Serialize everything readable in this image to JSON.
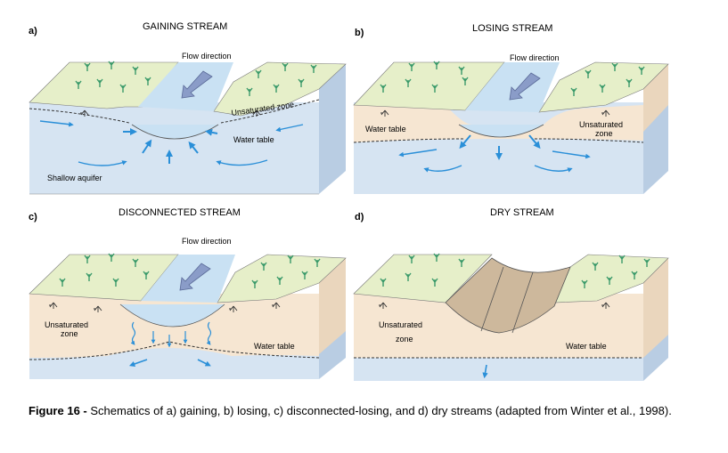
{
  "panels": {
    "a": {
      "letter": "a)",
      "title": "GAINING STREAM",
      "flow": "Flow direction",
      "unsat": "Unsaturated zone",
      "water_table": "Water table",
      "aquifer": "Shallow aquifer"
    },
    "b": {
      "letter": "b)",
      "title": "LOSING STREAM",
      "flow": "Flow direction",
      "water_table": "Water table",
      "unsat_1": "Unsaturated",
      "unsat_2": "zone"
    },
    "c": {
      "letter": "c)",
      "title": "DISCONNECTED STREAM",
      "flow": "Flow direction",
      "unsat_1": "Unsaturated",
      "unsat_2": "zone",
      "water_table": "Water table"
    },
    "d": {
      "letter": "d)",
      "title": "DRY STREAM",
      "unsat_1": "Unsaturated",
      "unsat_2": "zone",
      "water_table": "Water table"
    }
  },
  "caption": {
    "label": "Figure 16 -",
    "text": " Schematics of a) gaining, b) losing, c) disconnected-losing, and d) dry streams (adapted from Winter et al., 1998)."
  },
  "colors": {
    "grass": "#e6efc9",
    "aquifer": "#d6e4f2",
    "unsat": "#f6e6d2",
    "water": "#c9e1f3",
    "arrow": "#2a8fd8",
    "plant": "#3a9a6a"
  }
}
